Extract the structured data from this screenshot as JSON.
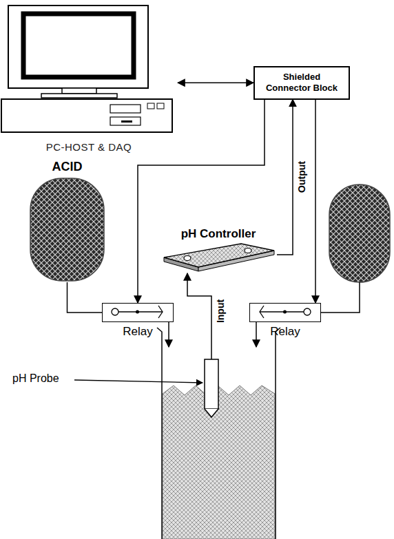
{
  "diagram": {
    "nodes": [
      {
        "text": [
          "PC-HOST & DAQ"
        ]
      },
      {
        "text": [
          "Shielded Connector Block"
        ]
      },
      {
        "text": [
          "ACID"
        ]
      },
      {
        "text": [
          "pH Controller"
        ]
      },
      {
        "text": [
          "Relay"
        ]
      },
      {
        "text": [
          "Relay"
        ]
      }
    ],
    "edges": [
      {
        "from": 0,
        "to": 1,
        "arrow": "both"
      },
      {
        "from": 1,
        "to": 4,
        "arrow": "to"
      },
      {
        "from": 1,
        "to": 5,
        "arrow": "to"
      },
      {
        "from": 3,
        "to": 1,
        "label": "Output",
        "arrow": "to"
      },
      {
        "from": 2,
        "to": 4,
        "arrow": "none"
      }
    ],
    "labels": [
      "Input",
      "pH Probe"
    ]
  }
}
